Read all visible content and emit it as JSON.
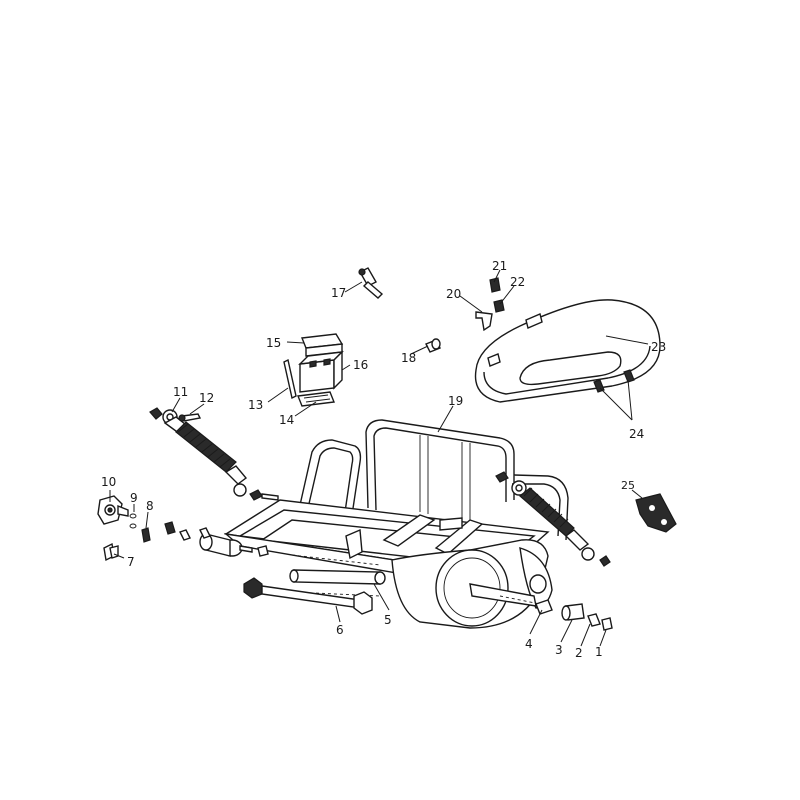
{
  "callouts": [
    "1",
    "2",
    "3",
    "4",
    "5",
    "6",
    "7",
    "8",
    "9",
    "10",
    "11",
    "12",
    "13",
    "14",
    "15",
    "16",
    "17",
    "18",
    "19",
    "20",
    "21",
    "22",
    "23",
    "24",
    "25"
  ],
  "colors": {
    "ink": "#1a1a1a",
    "background": "#ffffff"
  }
}
